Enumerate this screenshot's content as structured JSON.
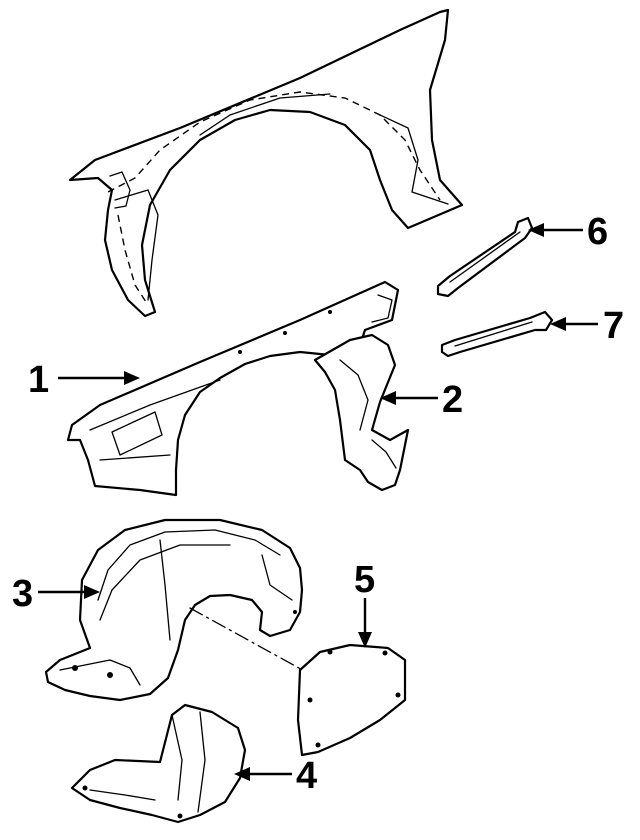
{
  "callouts": {
    "c1": "1",
    "c2": "2",
    "c3": "3",
    "c4": "4",
    "c5": "5",
    "c6": "6",
    "c7": "7"
  },
  "icons": [
    "fender-outer-icon",
    "fender-panel-icon",
    "fender-liner-icon",
    "splash-shield-icon",
    "liner-patch-icon",
    "brace-upper-icon",
    "brace-lower-icon"
  ]
}
